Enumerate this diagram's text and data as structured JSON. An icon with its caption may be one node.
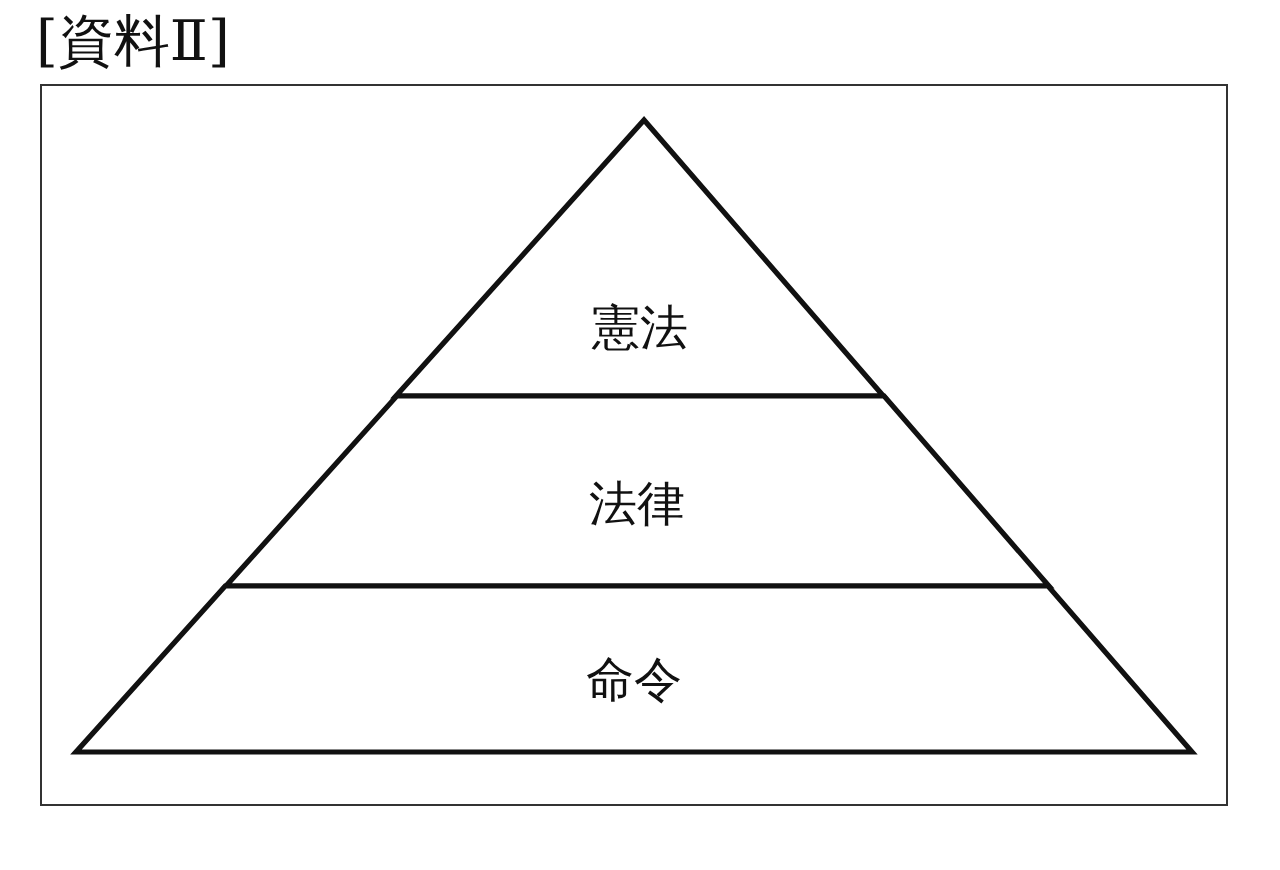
{
  "diagram": {
    "title": "[資料Ⅱ]",
    "nodes": [
      {
        "text": [
          "憲法"
        ]
      },
      {
        "text": [
          "法律"
        ]
      },
      {
        "text": [
          "命令"
        ]
      }
    ]
  }
}
